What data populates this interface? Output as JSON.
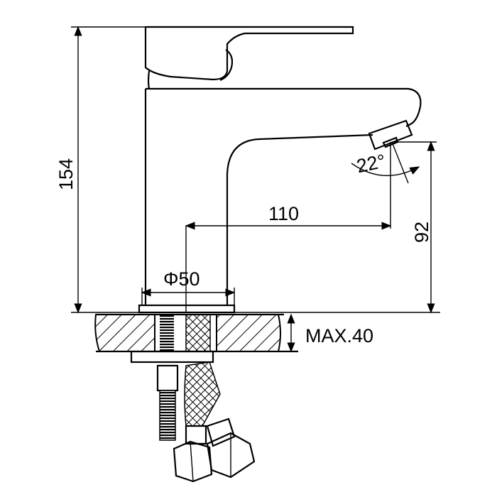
{
  "labels": {
    "height_total": "154",
    "spout_reach": "110",
    "spout_height": "92",
    "base_diameter": "Φ50",
    "max_thickness": "MAX.40",
    "spout_angle": "22°"
  },
  "colors": {
    "line": "#000000",
    "background": "#ffffff"
  }
}
